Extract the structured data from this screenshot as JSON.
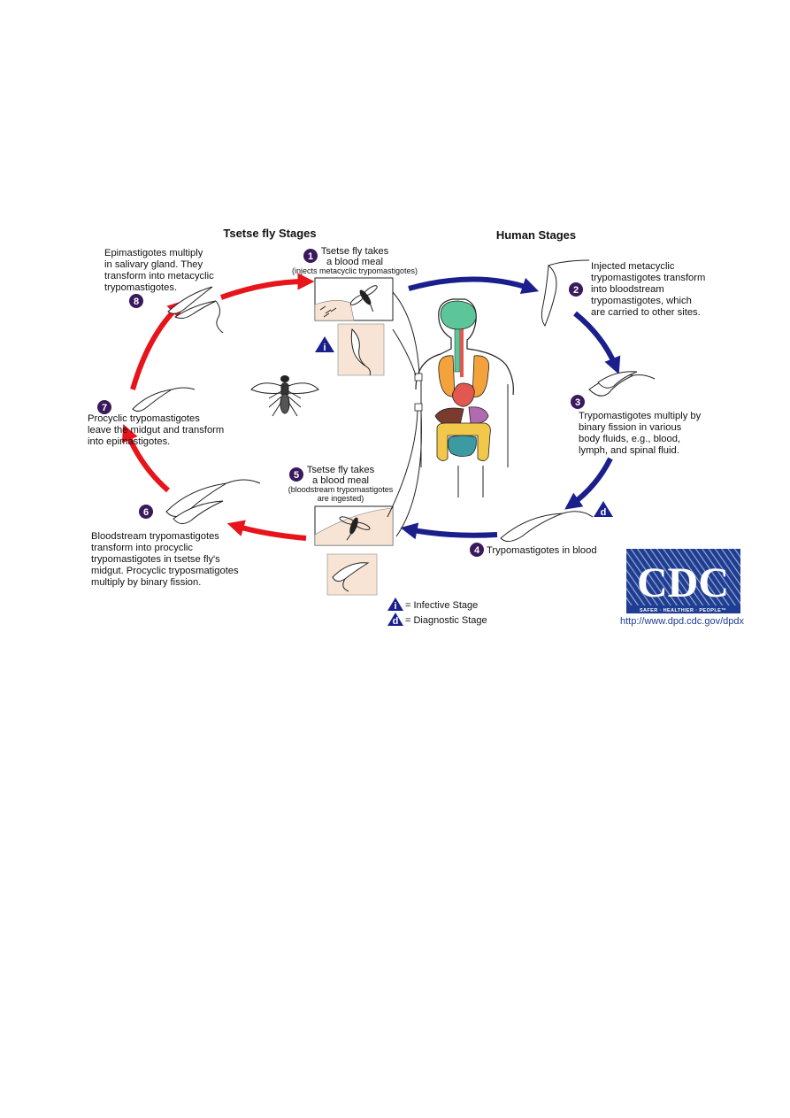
{
  "headers": {
    "fly": "Tsetse fly Stages",
    "human": "Human Stages"
  },
  "steps": [
    {
      "num": "1",
      "lines": [
        "Tsetse fly takes",
        "a blood meal"
      ],
      "note": [
        "(injects metacyclic trypomastigotes)"
      ]
    },
    {
      "num": "2",
      "lines": [
        "Injected metacyclic",
        "trypomastigotes transform",
        "into bloodstream",
        "trypomastigotes, which",
        "are carried to other sites."
      ]
    },
    {
      "num": "3",
      "lines": [
        "Trypomastigotes multiply by",
        "binary fission in various",
        "body fluids, e.g., blood,",
        "lymph, and spinal fluid."
      ]
    },
    {
      "num": "4",
      "lines": [
        "Trypomastigotes in blood"
      ]
    },
    {
      "num": "5",
      "lines": [
        "Tsetse fly takes",
        "a blood meal"
      ],
      "note": [
        "(bloodstream trypomastigotes",
        "are ingested)"
      ]
    },
    {
      "num": "6",
      "lines": [
        "Bloodstream trypomastigotes",
        "transform into procyclic",
        "trypomastigotes in tsetse fly's",
        "midgut. Procyclic tryposmatigotes",
        "multiply by binary fission."
      ]
    },
    {
      "num": "7",
      "lines": [
        "Procyclic trypomastigotes",
        "leave the midgut and transform",
        "into epimastigotes."
      ]
    },
    {
      "num": "8",
      "lines": [
        "Epimastigotes multiply",
        "in salivary gland. They",
        "transform into metacyclic",
        "trypomastigotes."
      ]
    }
  ],
  "legend": {
    "infective_symbol": "i",
    "infective_label": "= Infective Stage",
    "diagnostic_symbol": "d",
    "diagnostic_label": "= Diagnostic Stage"
  },
  "logo": {
    "text": "CDC",
    "tagline": "SAFER · HEALTHIER · PEOPLE™",
    "url": "http://www.dpd.cdc.gov/dpdx"
  },
  "colors": {
    "fly_cycle_arrow": "#e8141b",
    "human_cycle_arrow": "#1a1f8c",
    "step_badge": "#3a1a5c",
    "stage_triangle": "#1a1f8c",
    "cdc_blue": "#1f3e93",
    "inset_bg": "#f7e4d4",
    "brain": "#5cc59a",
    "lungs": "#f4a33c",
    "heart": "#e2574f",
    "liver": "#7a3b2e",
    "stomach": "#b06ab0",
    "intestine": "#f2c84b",
    "small_intestine": "#3d9aa3"
  }
}
